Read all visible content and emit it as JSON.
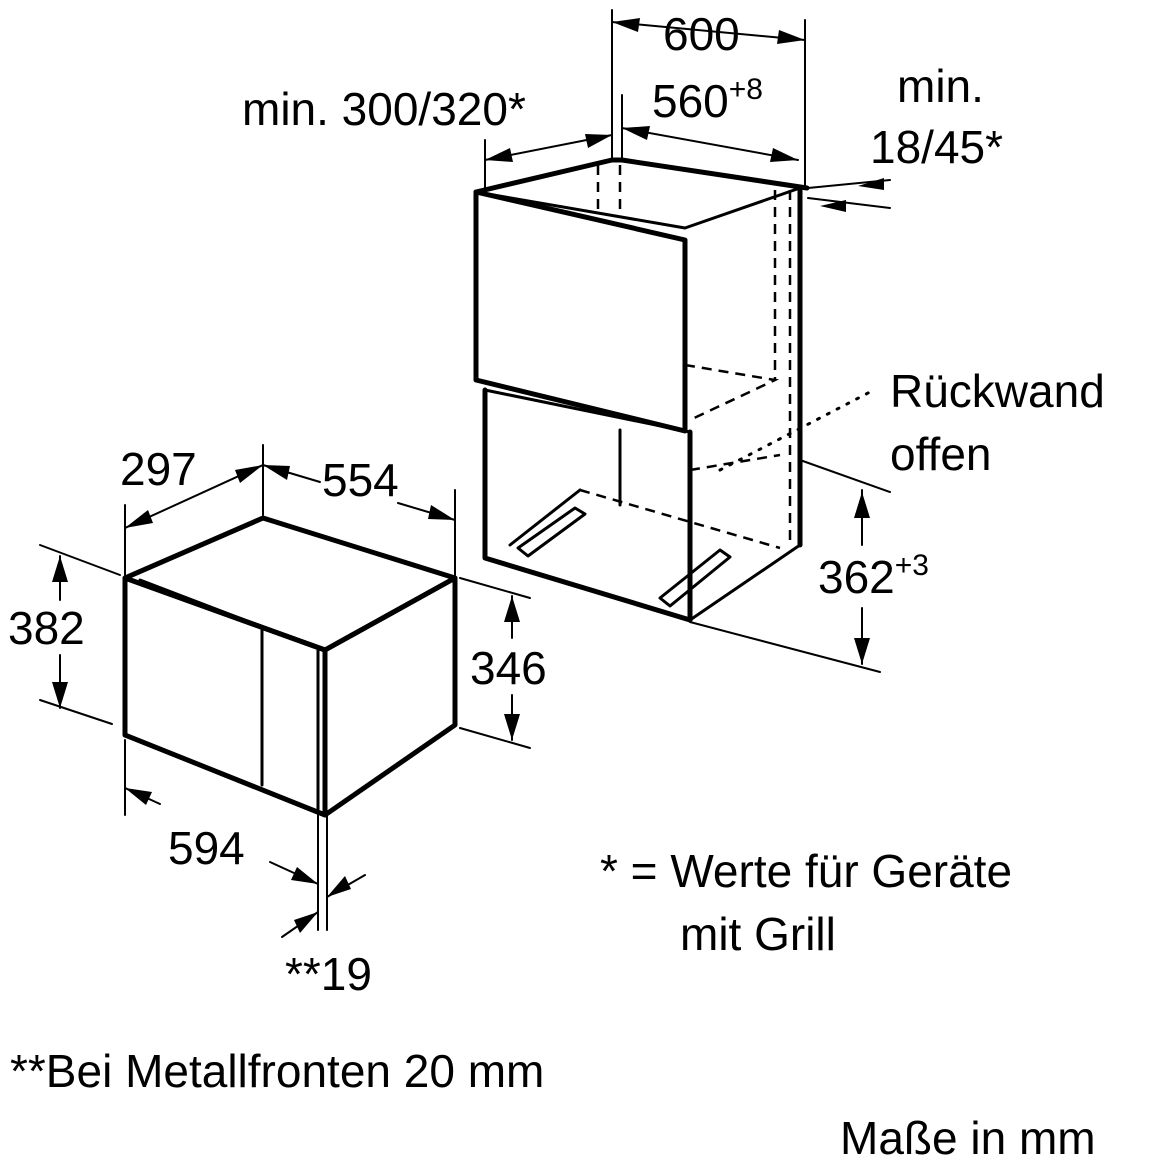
{
  "diagram": {
    "dimensions": {
      "cabinet_width": "600",
      "cabinet_min_depth": "min. 300/320*",
      "niche_width_base": "560",
      "niche_width_tol": "+8",
      "min_gap_line1": "min.",
      "min_gap_line2": "18/45*",
      "niche_height_base": "362",
      "niche_height_tol": "+3",
      "device_depth": "297",
      "device_inner_width": "554",
      "device_height": "382",
      "device_inner_height": "346",
      "device_width": "594",
      "front_thickness": "**19"
    },
    "labels": {
      "back_wall_line1": "Rückwand",
      "back_wall_line2": "offen",
      "grill_note_line1": "* = Werte für Geräte",
      "grill_note_line2": "mit Grill",
      "metal_front_note": "**Bei Metallfronten 20 mm",
      "units_note": "Maße in mm"
    }
  }
}
